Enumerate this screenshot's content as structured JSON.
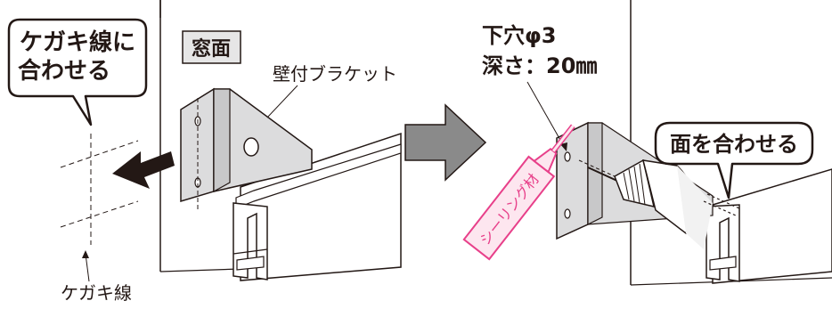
{
  "callouts": {
    "align_to_marking": [
      "ケガキ線に",
      "合わせる"
    ],
    "face_align": "面を合わせる"
  },
  "labels": {
    "window_face": "窓面",
    "wall_bracket": "壁付ブラケット",
    "marking_line": "ケガキ線",
    "pilot_hole": "下穴φ3",
    "depth": "深さ：20㎜",
    "sealant": "シーリング材"
  },
  "colors": {
    "ink": "#231815",
    "bracket_gray": "#dcdcdd",
    "arrow_gray": "#8a8a8a",
    "sealant_pink": "#e8408a",
    "sealant_fill": "#fde6ef"
  }
}
